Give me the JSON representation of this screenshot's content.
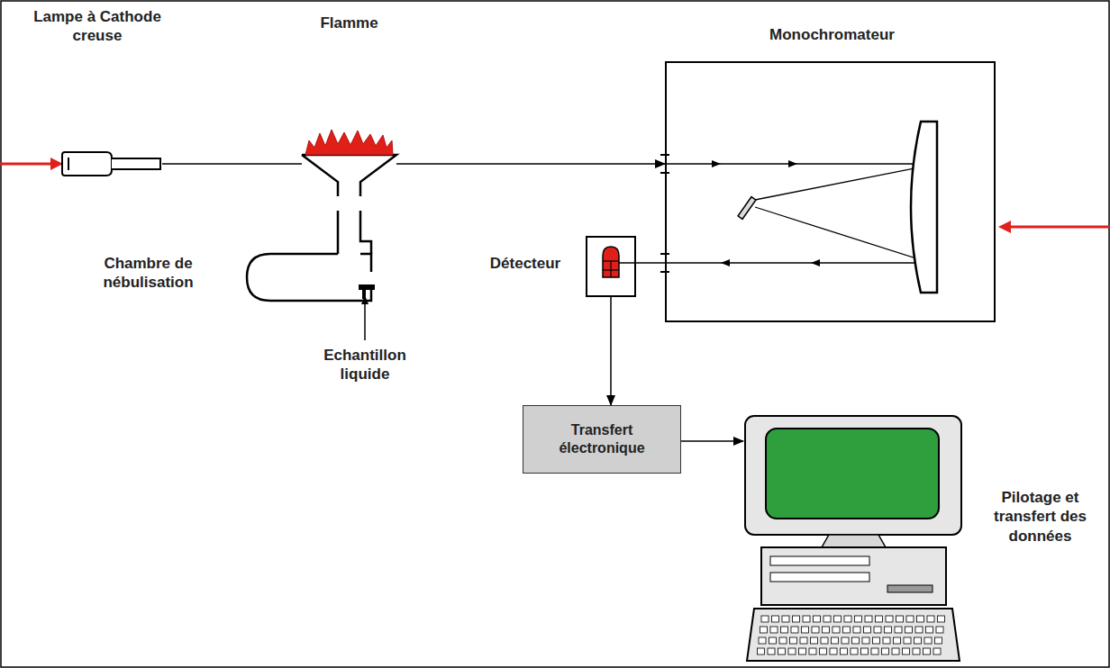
{
  "diagram": {
    "nodes": [
      {
        "text": [
          "Lampe à Cathode creuse"
        ]
      },
      {
        "text": [
          "Flamme"
        ]
      },
      {
        "text": [
          "Monochromateur"
        ]
      },
      {
        "text": [
          "Chambre de nébulisation"
        ]
      },
      {
        "text": [
          "Détecteur"
        ]
      },
      {
        "text": [
          "Transfert électronique"
        ]
      },
      {
        "text": [
          "Pilotage et transfert des données"
        ]
      }
    ],
    "edges": [
      {
        "from": 0,
        "to": 1,
        "arrow": "none"
      },
      {
        "from": 1,
        "to": 2,
        "arrow": "to"
      },
      {
        "from": 4,
        "to": 5,
        "arrow": "to"
      },
      {
        "from": 5,
        "to": 6,
        "arrow": "to"
      }
    ],
    "labels": [
      "Echantillon liquide"
    ]
  }
}
